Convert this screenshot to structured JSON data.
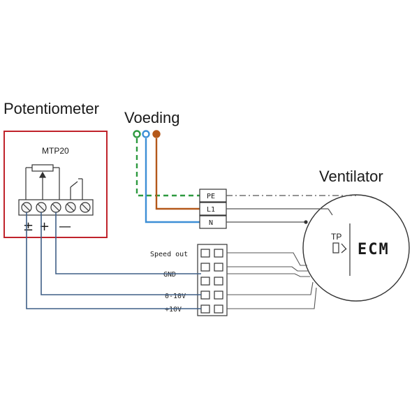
{
  "labels": {
    "potentiometer": "Potentiometer",
    "voeding": "Voeding",
    "ventilator": "Ventilator",
    "model": "MTP20",
    "ecm": "ECM",
    "tp": "TP"
  },
  "potentiometer_terminals": {
    "plus_minus": "±",
    "plus": "+",
    "minus": "—"
  },
  "power_terminals": [
    "PE",
    "L1",
    "N"
  ],
  "control_terminals": [
    "Speed out",
    "GND",
    "0-10V",
    "+10V"
  ],
  "colors": {
    "pe_wire": "#2e9a40",
    "l1_wire": "#b4581a",
    "n_wire": "#3d8fd6",
    "control_wire": "#3f5f86",
    "potentiometer_box": "#c0232b",
    "dashdot": "#555555"
  }
}
